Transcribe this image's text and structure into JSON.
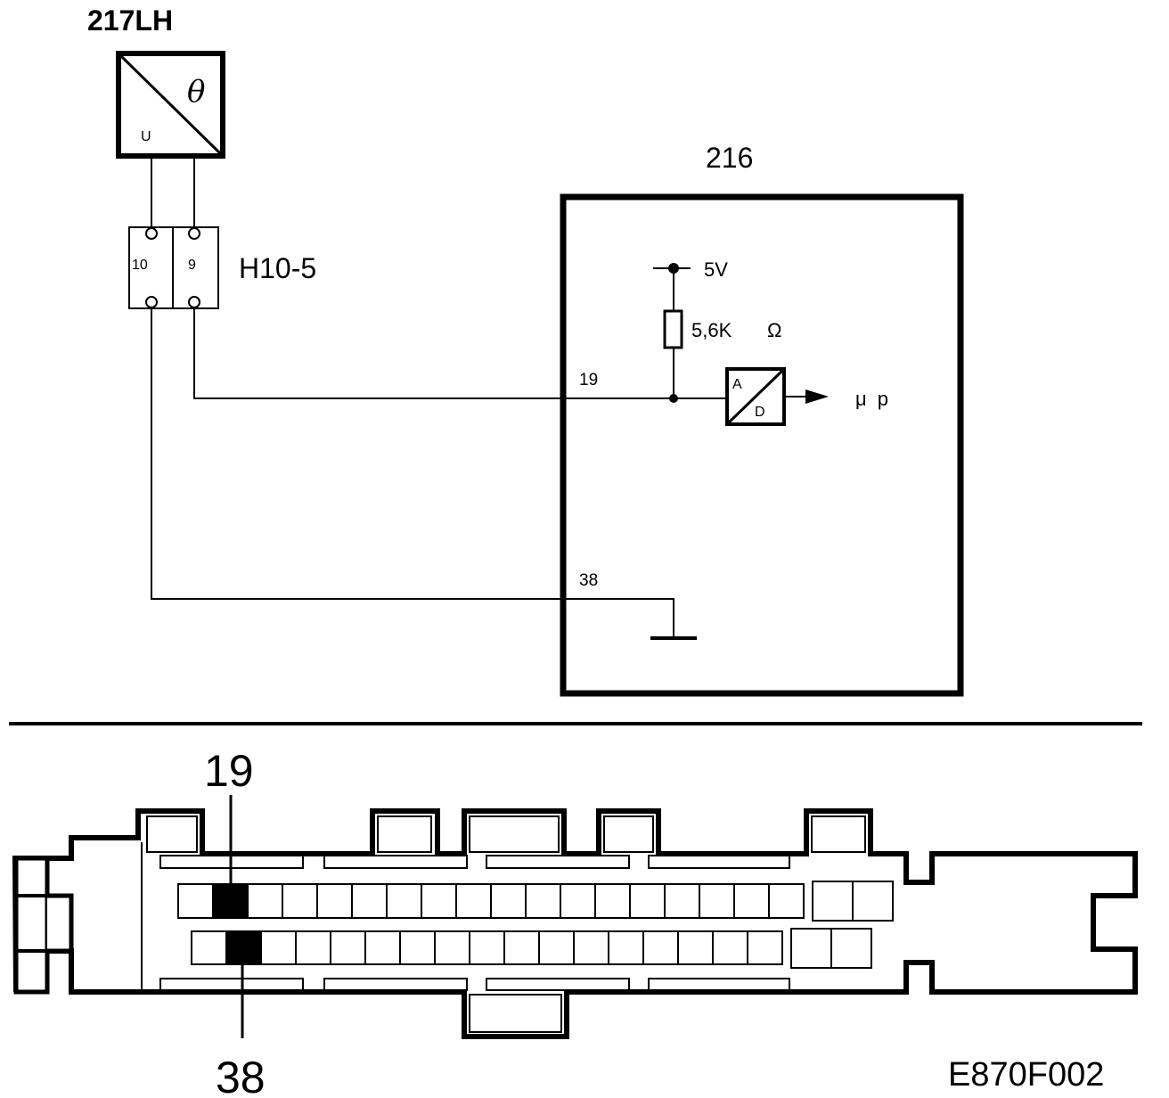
{
  "sensor": {
    "id": "217LH",
    "symbol": "θ",
    "output": "U"
  },
  "connector_h": {
    "id": "H10-5",
    "pins": [
      "10",
      "9"
    ]
  },
  "ecu": {
    "id": "216",
    "supply": "5V",
    "resistor": "5,6K",
    "ohm": "Ω",
    "pin_signal": "19",
    "pin_ground": "38",
    "adc_in": "A",
    "adc_out": "D",
    "output": "μ p"
  },
  "connector_view": {
    "upper_pin": "19",
    "lower_pin": "38"
  },
  "figure_code": "E870F002"
}
